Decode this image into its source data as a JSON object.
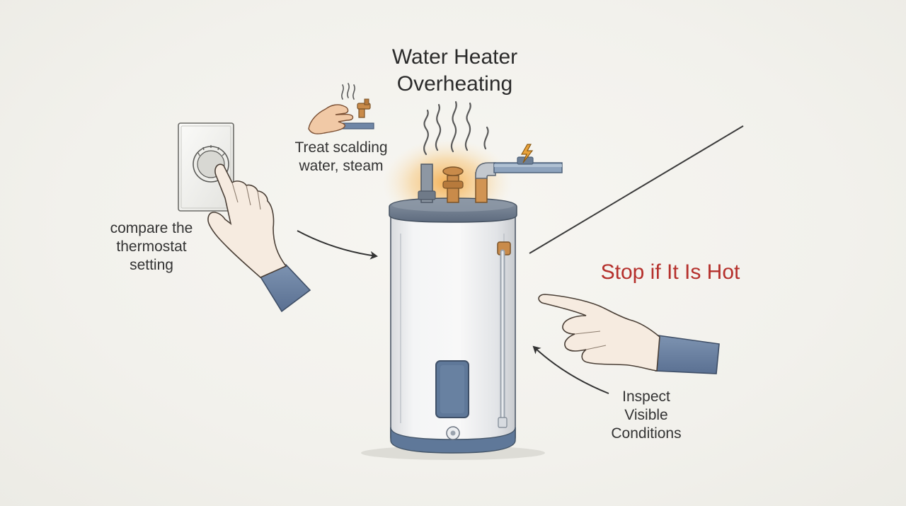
{
  "title": {
    "line1": "Water Heater",
    "line2": "Overheating"
  },
  "labels": {
    "scald": {
      "line1": "Treat scalding",
      "line2": "water, steam"
    },
    "thermostat": {
      "line1": "compare the",
      "line2": "thermostat",
      "line3": "setting"
    },
    "warning": "Stop if It Is Hot",
    "inspect": {
      "line1": "Inspect",
      "line2": "Visible",
      "line3": "Conditions"
    }
  },
  "colors": {
    "warning_text": "#b5302c",
    "sleeve_blue": "#6f86a6",
    "tank_base_blue": "#5f7899",
    "copper": "#c98b4a",
    "heat_glow": "#f3a33a"
  },
  "icons": [
    "hand-icon",
    "faucet-icon",
    "steam-icon",
    "lightning-icon",
    "thermostat-dial-icon",
    "pointing-hand-icon",
    "arrow-icon",
    "water-heater-icon"
  ]
}
